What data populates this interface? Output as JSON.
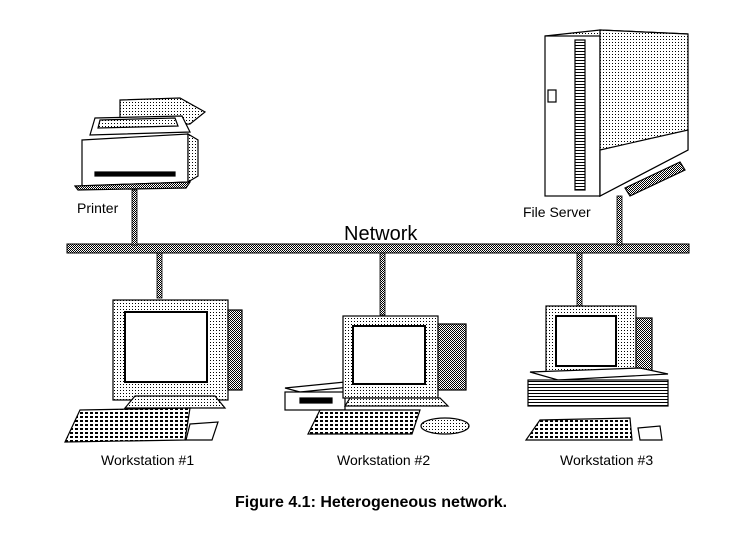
{
  "labels": {
    "printer": "Printer",
    "file_server": "File Server",
    "network": "Network",
    "workstation_1": "Workstation  #1",
    "workstation_2": "Workstation  #2",
    "workstation_3": "Workstation  #3"
  },
  "caption": "Figure 4.1:  Heterogeneous network.",
  "colors": {
    "ink": "#000000",
    "paper": "#ffffff",
    "shade": "#9a9a9a"
  }
}
